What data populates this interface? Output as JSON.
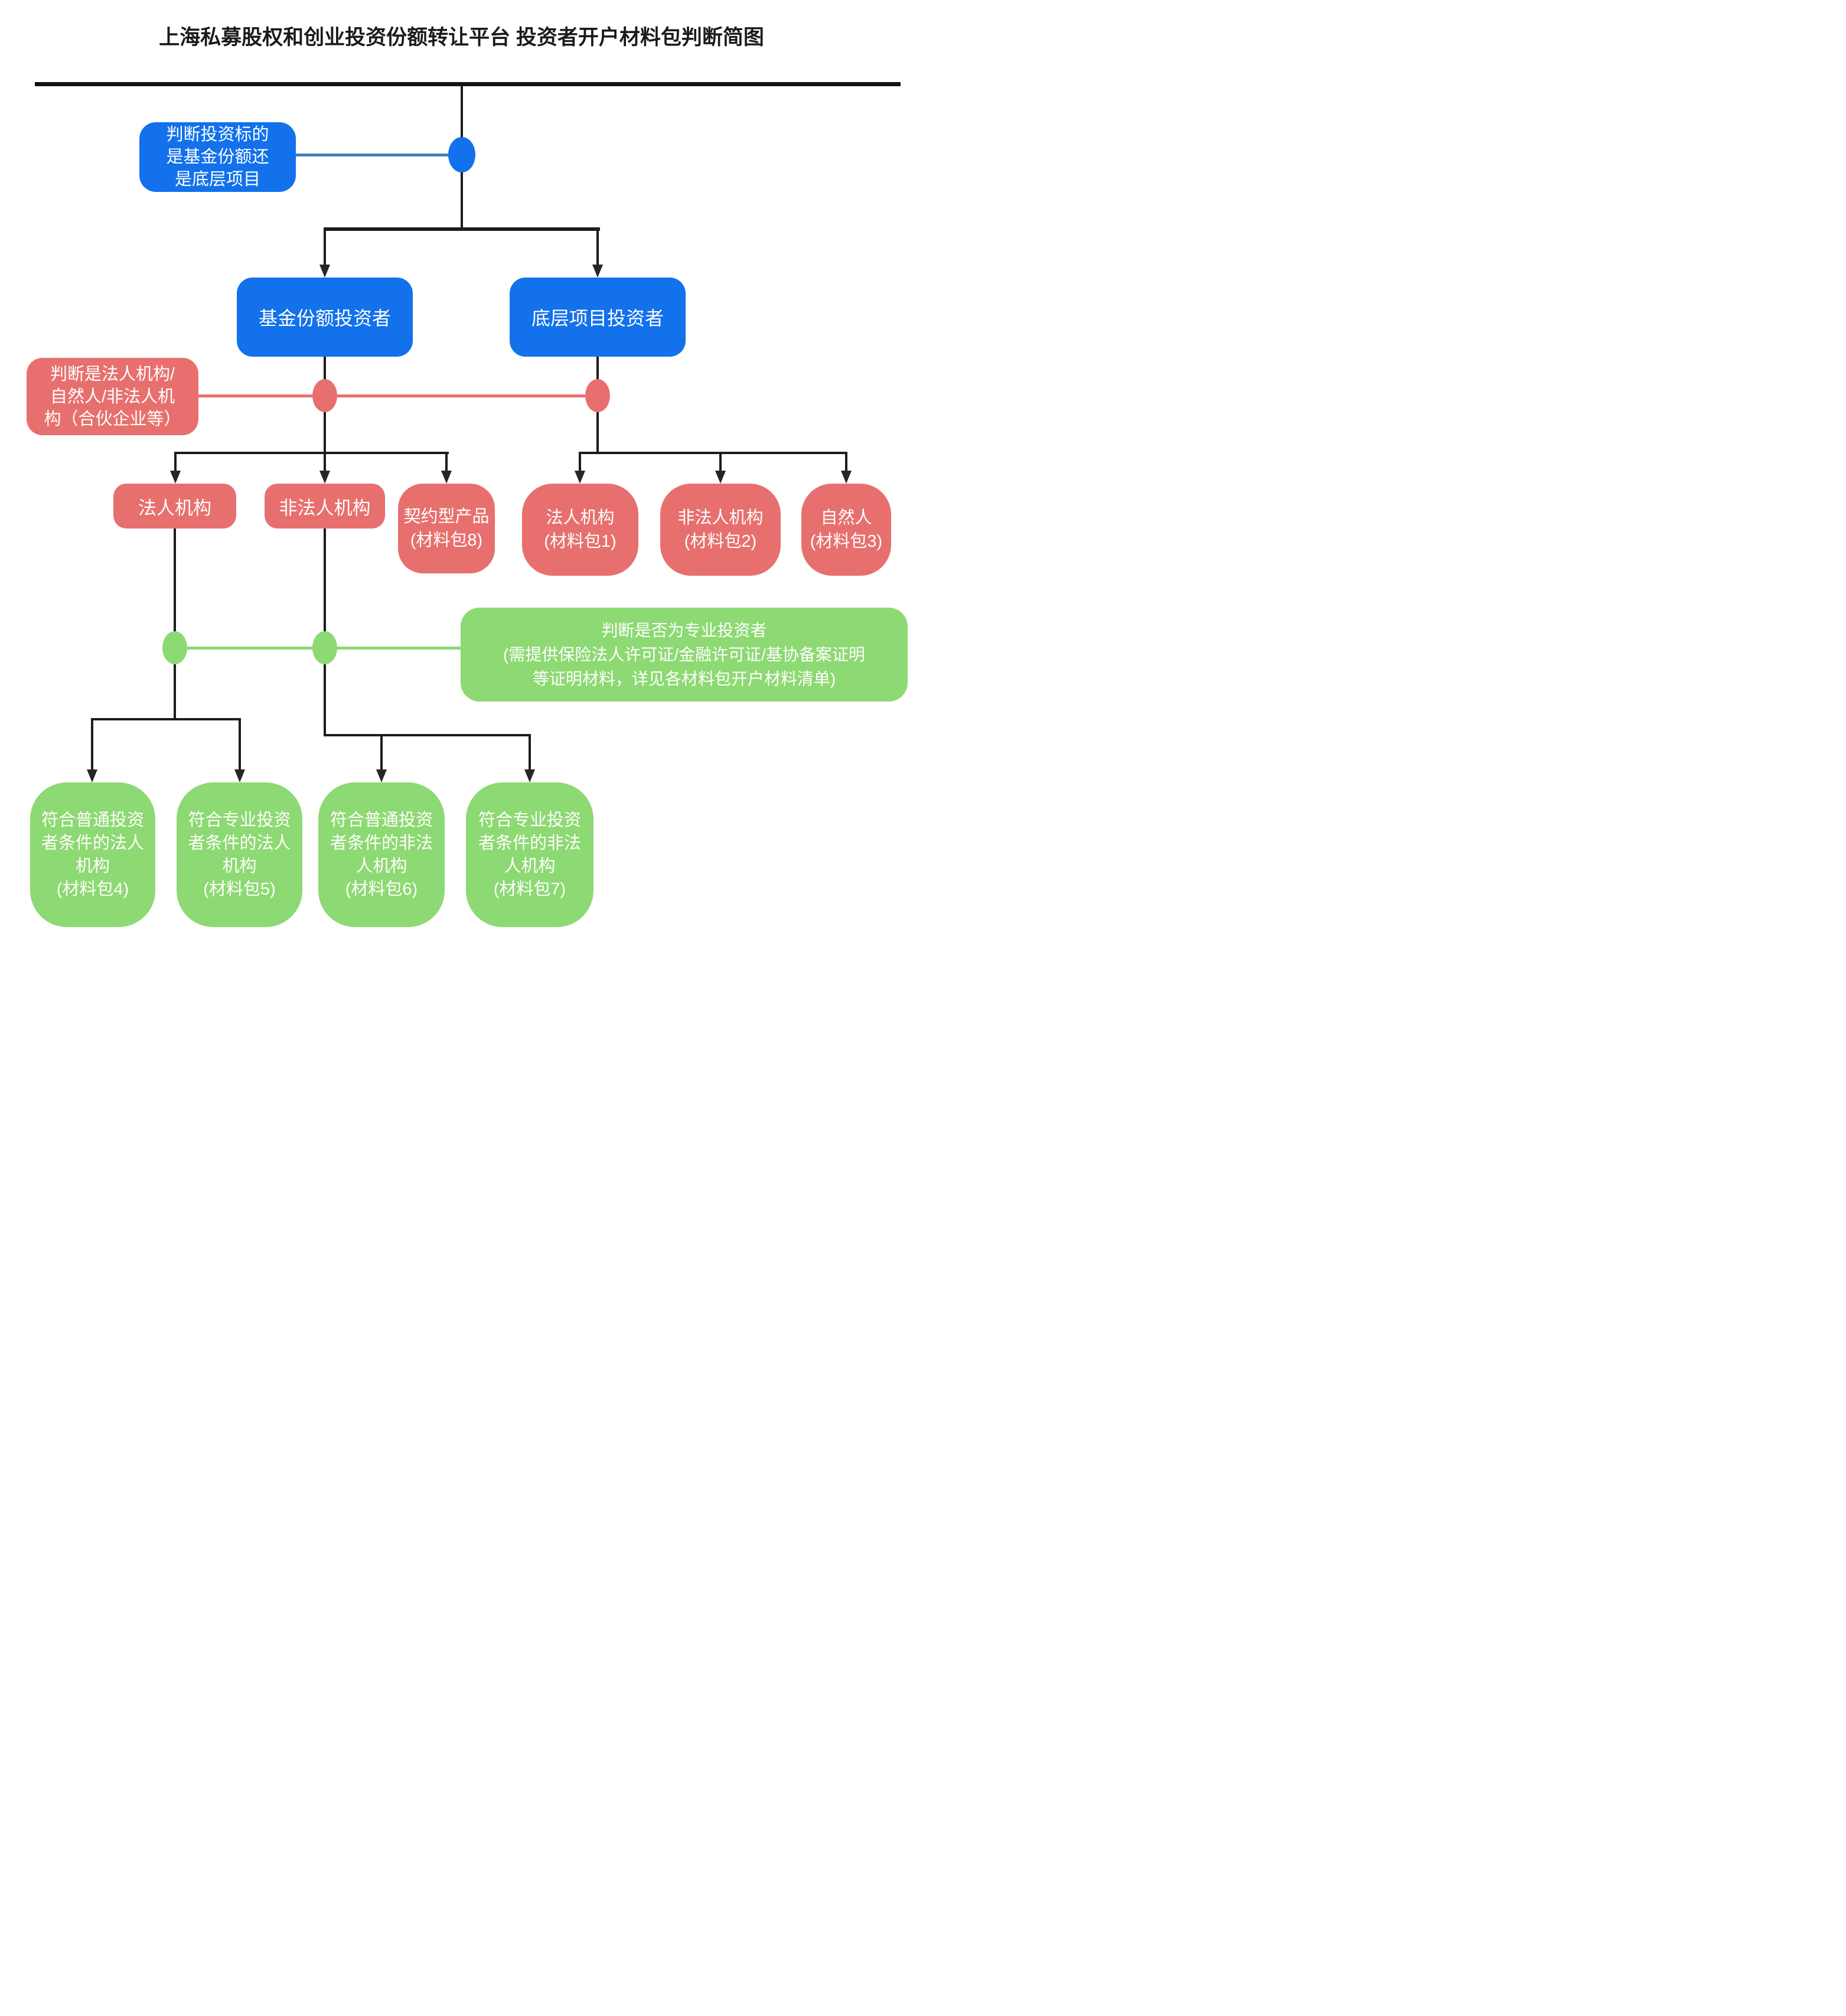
{
  "title": {
    "line1": "上海私募股权和创业投资份额转让平台",
    "line2": "投资者开户材料包判断简图"
  },
  "colors": {
    "node_blue": "#1271eb",
    "node_red": "#e7706e",
    "node_green": "#8dd973",
    "connector_black": "#1c1c1c",
    "connector_blue": "#4680be",
    "text_white": "#ffffff",
    "title_black": "#1a1a1a"
  },
  "annotations": {
    "target_type": {
      "lines": [
        "判断投资标的",
        "是基金份额还",
        "是底层项目"
      ]
    },
    "entity_type": {
      "lines": [
        "判断是法人机构/",
        "自然人/非法人机",
        "构（合伙企业等）"
      ]
    },
    "professional": {
      "lines": [
        "判断是否为专业投资者",
        "(需提供保险法人许可证/金融许可证/基协备案证明",
        "等证明材料，详见各材料包开户材料清单)"
      ]
    }
  },
  "nodes": {
    "fund_share_investor": {
      "label": "基金份额投资者"
    },
    "underlying_project_investor": {
      "label": "底层项目投资者"
    },
    "fund_corporate": {
      "label": "法人机构"
    },
    "fund_non_corporate": {
      "label": "非法人机构"
    },
    "fund_contract_product": {
      "lines": [
        "契约型产品",
        "(材料包8)"
      ]
    },
    "proj_corporate": {
      "lines": [
        "法人机构",
        "(材料包1)"
      ]
    },
    "proj_non_corporate": {
      "lines": [
        "非法人机构",
        "(材料包2)"
      ]
    },
    "proj_natural_person": {
      "lines": [
        "自然人",
        "(材料包3)"
      ]
    },
    "ordinary_corporate": {
      "lines": [
        "符合普通投资",
        "者条件的法人",
        "机构",
        "(材料包4)"
      ]
    },
    "professional_corporate": {
      "lines": [
        "符合专业投资",
        "者条件的法人",
        "机构",
        "(材料包5)"
      ]
    },
    "ordinary_non_corporate": {
      "lines": [
        "符合普通投资",
        "者条件的非法",
        "人机构",
        "(材料包6)"
      ]
    },
    "professional_non_corporate": {
      "lines": [
        "符合专业投资",
        "者条件的非法",
        "人机构",
        "(材料包7)"
      ]
    }
  }
}
